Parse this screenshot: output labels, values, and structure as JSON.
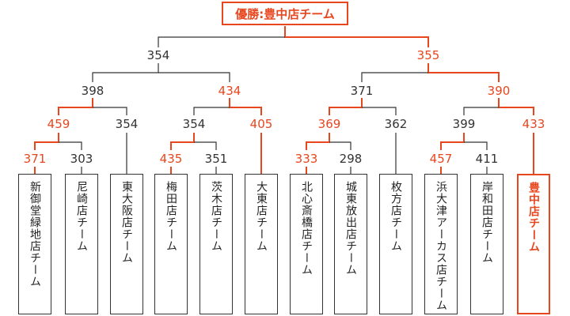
{
  "champion": {
    "label": "優勝:豊中店チーム"
  },
  "teams": [
    {
      "name": "新御堂緑地店チーム"
    },
    {
      "name": "尼崎店チーム"
    },
    {
      "name": "東大阪店チーム"
    },
    {
      "name": "梅田店チーム"
    },
    {
      "name": "茨木店チーム"
    },
    {
      "name": "大東店チーム"
    },
    {
      "name": "北心斎橋店チーム"
    },
    {
      "name": "城東放出店チーム"
    },
    {
      "name": "枚方店チーム"
    },
    {
      "name": "浜大津アーカス店チーム"
    },
    {
      "name": "岸和田店チーム"
    },
    {
      "name": "豊中店チーム",
      "champion": true
    }
  ],
  "scores": {
    "final_left": "354",
    "final_right": "355",
    "semi_1a": "398",
    "semi_1b": "434",
    "semi_2a": "371",
    "semi_2b": "390",
    "qf_1a": "459",
    "qf_1b": "354",
    "qf_2a": "354",
    "qf_2b": "405",
    "qf_3a": "369",
    "qf_3b": "362",
    "qf_4a": "399",
    "qf_4b": "433",
    "r1_1a": "371",
    "r1_1b": "303",
    "r1_2a": "435",
    "r1_2b": "351",
    "r1_3a": "333",
    "r1_3b": "298",
    "r1_4a": "457",
    "r1_4b": "411"
  },
  "colors": {
    "winner": "#e8461e",
    "normal": "#333333"
  }
}
